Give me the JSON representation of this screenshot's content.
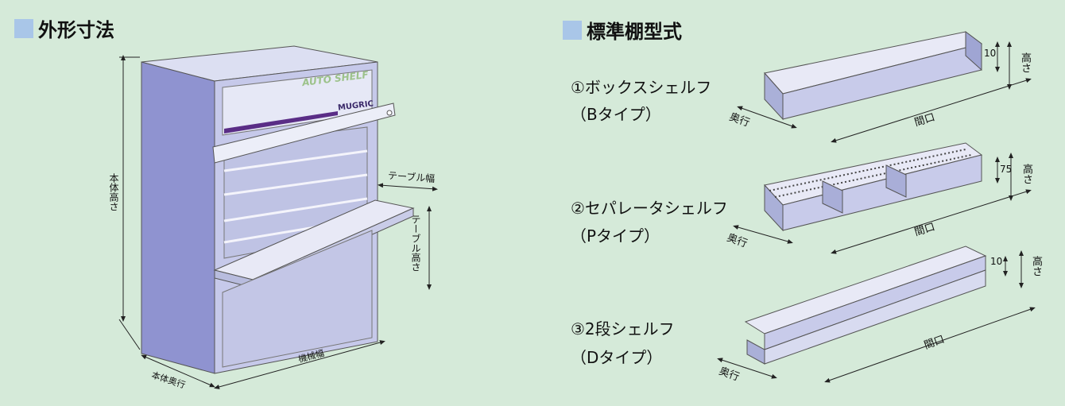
{
  "headings": {
    "dimensions": "外形寸法",
    "standard_shelves": "標準棚型式"
  },
  "cabinet": {
    "brand_text": "AUTO SHELF",
    "logo_text": "MUGRIC",
    "height_label": "本体高さ",
    "width_label": "機械幅",
    "depth_label": "本体奥行",
    "table_width_label": "テーブル幅",
    "table_height_label": "テーブル高さ"
  },
  "shelves": [
    {
      "name": "①ボックスシェルフ",
      "type": "（Bタイプ）",
      "lip": "10",
      "height_label": "高さ",
      "depth_label": "奥行",
      "width_label": "間口"
    },
    {
      "name": "②セパレータシェルフ",
      "type": "（Pタイプ）",
      "lip": "75",
      "height_label": "高さ",
      "depth_label": "奥行",
      "width_label": "間口"
    },
    {
      "name": "③2段シェルフ",
      "type": "（Dタイプ）",
      "lip": "10",
      "height_label": "高さ",
      "depth_label": "奥行",
      "width_label": "間口"
    }
  ],
  "colors": {
    "background": "#d5ead9",
    "cabinet_front": "#c6c9ea",
    "cabinet_side": "#8f93d0",
    "cabinet_top": "#dcdff2",
    "accent_stripe": "#5a2d86",
    "brand_text": "#9cc28a",
    "heading_marker": "#a9c6e8"
  }
}
